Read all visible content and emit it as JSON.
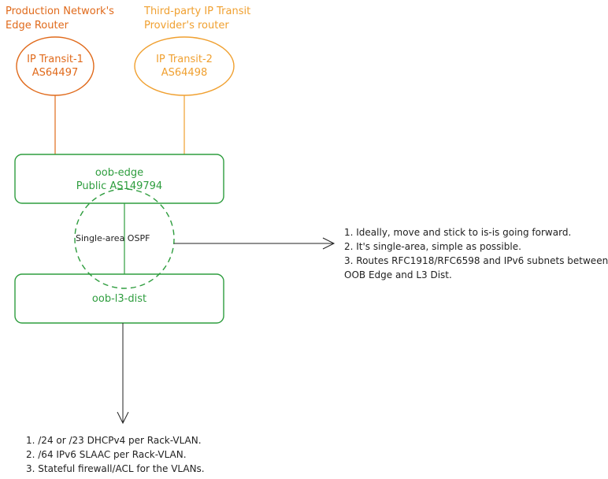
{
  "labels": {
    "production_edge_line1": "Production Network's",
    "production_edge_line2": "Edge Router",
    "third_party_line1": "Third-party IP Transit",
    "third_party_line2": "Provider's router"
  },
  "nodes": {
    "transit1_name": "IP Transit-1",
    "transit1_as": "AS64497",
    "transit2_name": "IP Transit-2",
    "transit2_as": "AS64498",
    "oob_edge_name": "oob-edge",
    "oob_edge_as": "Public AS149794",
    "oob_l3_dist_name": "oob-l3-dist"
  },
  "ospf_label": "Single-area OSPF",
  "ospf_notes": [
    "1. Ideally, move and stick to is-is going forward.",
    "2. It's single-area, simple as possible.",
    "3. Routes RFC1918/RFC6598 and IPv6 subnets between",
    "OOB Edge and L3 Dist."
  ],
  "vlan_notes": [
    "1. /24 or /23 DHCPv4 per Rack-VLAN.",
    "2. /64 IPv6 SLAAC per Rack-VLAN.",
    "3. Stateful firewall/ACL for the VLANs."
  ],
  "colors": {
    "orange": "#e06a1b",
    "amber": "#f0a030",
    "green": "#2e9d3e",
    "arrow": "#222222"
  }
}
